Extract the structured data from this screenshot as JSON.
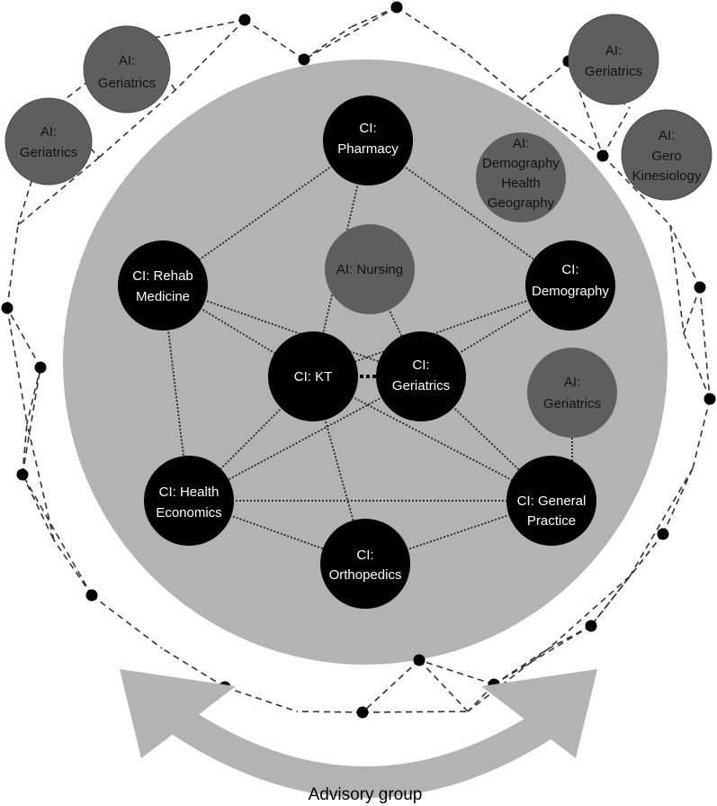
{
  "colors": {
    "background": "#ffffff",
    "core_circle": "#b3b3b3",
    "core_investigator": "#000000",
    "associate_investigator": "#5e5e5e",
    "network_node": "#000000",
    "arrow": "#b3b3b3"
  },
  "core_investigators": [
    {
      "id": "pharmacy",
      "lines": [
        "CI:",
        "Pharmacy"
      ]
    },
    {
      "id": "rehab",
      "lines": [
        "CI: Rehab",
        "Medicine"
      ]
    },
    {
      "id": "demography",
      "lines": [
        "CI:",
        "Demography"
      ]
    },
    {
      "id": "kt",
      "lines": [
        "CI: KT"
      ]
    },
    {
      "id": "geriatrics",
      "lines": [
        "CI:",
        "Geriatrics"
      ]
    },
    {
      "id": "health-economics",
      "lines": [
        "CI: Health",
        "Economics"
      ]
    },
    {
      "id": "general-practice",
      "lines": [
        "CI: General",
        "Practice"
      ]
    },
    {
      "id": "orthopedics",
      "lines": [
        "CI:",
        "Orthopedics"
      ]
    }
  ],
  "associate_investigators_inner": [
    {
      "id": "nursing",
      "lines": [
        "AI: Nursing"
      ]
    },
    {
      "id": "demography-health-geography",
      "lines": [
        "AI:",
        "Demography",
        "Health",
        "Geography"
      ]
    },
    {
      "id": "geriatrics-inner",
      "lines": [
        "AI:",
        "Geriatrics"
      ]
    }
  ],
  "associate_investigators_outer": [
    {
      "id": "geriatrics-top-left",
      "lines": [
        "AI:",
        "Geriatrics"
      ]
    },
    {
      "id": "geriatrics-left",
      "lines": [
        "AI:",
        "Geriatrics"
      ]
    },
    {
      "id": "geriatrics-top-right",
      "lines": [
        "AI:",
        "Geriatrics"
      ]
    },
    {
      "id": "gero-kinesiology",
      "lines": [
        "AI:",
        "Gero",
        "Kinesiology"
      ]
    }
  ],
  "footer_label": "Advisory group"
}
